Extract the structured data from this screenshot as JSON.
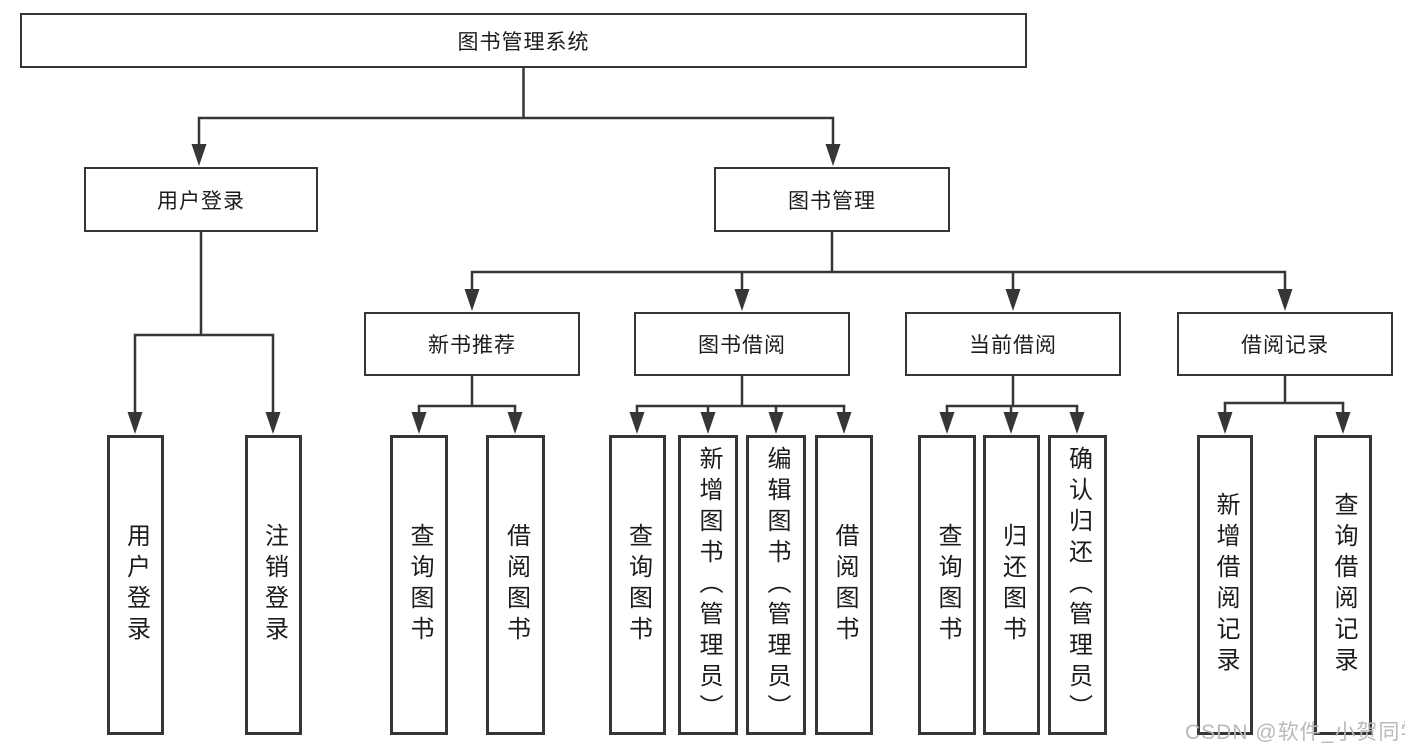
{
  "tree": {
    "root": "图书管理系统",
    "login_branch": {
      "label": "用户登录",
      "children": [
        "用户登录",
        "注销登录"
      ]
    },
    "mgmt_branch": {
      "label": "图书管理",
      "groups": [
        {
          "label": "新书推荐",
          "children": [
            "查询图书",
            "借阅图书"
          ]
        },
        {
          "label": "图书借阅",
          "children": [
            "查询图书",
            "新增图书（管理员）",
            "编辑图书（管理员）",
            "借阅图书"
          ]
        },
        {
          "label": "当前借阅",
          "children": [
            "查询图书",
            "归还图书",
            "确认归还（管理员）"
          ]
        },
        {
          "label": "借阅记录",
          "children": [
            "新增借阅记录",
            "查询借阅记录"
          ]
        }
      ]
    }
  },
  "watermark": "CSDN @软件_小贺同学",
  "colors": {
    "line": "#363636",
    "box_border": "#363636",
    "text": "#1c1c1c",
    "watermark": "#b9b9b9",
    "background": "#ffffff"
  }
}
